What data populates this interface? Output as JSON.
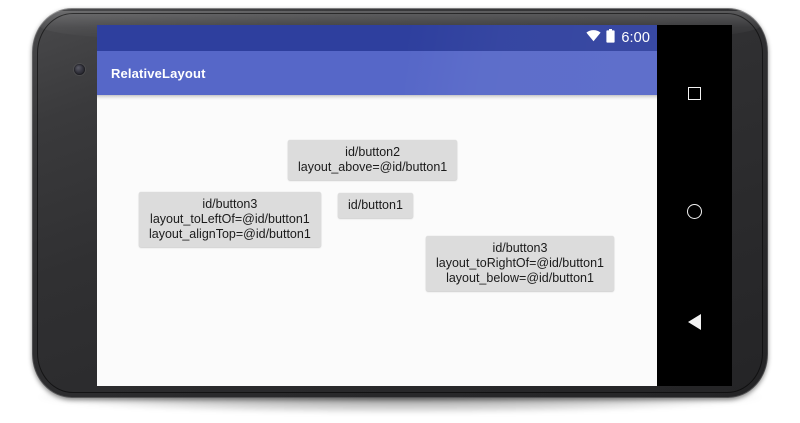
{
  "device": {
    "type": "android-phone-landscape",
    "bezel_color": "#303032",
    "camera_icon": "front-camera-lens"
  },
  "screen": {
    "status_bar": {
      "background_color": "#2e3f9e",
      "time": "6:00",
      "icons": [
        "wifi-icon",
        "battery-icon"
      ]
    },
    "app_bar": {
      "background_color": "#5667c8",
      "title": "RelativeLayout"
    },
    "content": {
      "background_color": "#fbfbfb",
      "buttons": [
        {
          "id": "button2",
          "background_color": "#dcdcdc",
          "lines": [
            "id/button2",
            "layout_above=@id/button1"
          ]
        },
        {
          "id": "button3-left",
          "background_color": "#dcdcdc",
          "lines": [
            "id/button3",
            "layout_toLeftOf=@id/button1",
            "layout_alignTop=@id/button1"
          ]
        },
        {
          "id": "button1",
          "background_color": "#dcdcdc",
          "lines": [
            "id/button1"
          ]
        },
        {
          "id": "button3-right",
          "background_color": "#dcdcdc",
          "lines": [
            "id/button3",
            "layout_toRightOf=@id/button1",
            "layout_below=@id/button1"
          ]
        }
      ]
    },
    "nav_bar": {
      "background_color": "#000000",
      "buttons": [
        {
          "name": "recents",
          "icon": "square-icon"
        },
        {
          "name": "home",
          "icon": "circle-icon"
        },
        {
          "name": "back",
          "icon": "triangle-left-icon"
        }
      ]
    }
  }
}
